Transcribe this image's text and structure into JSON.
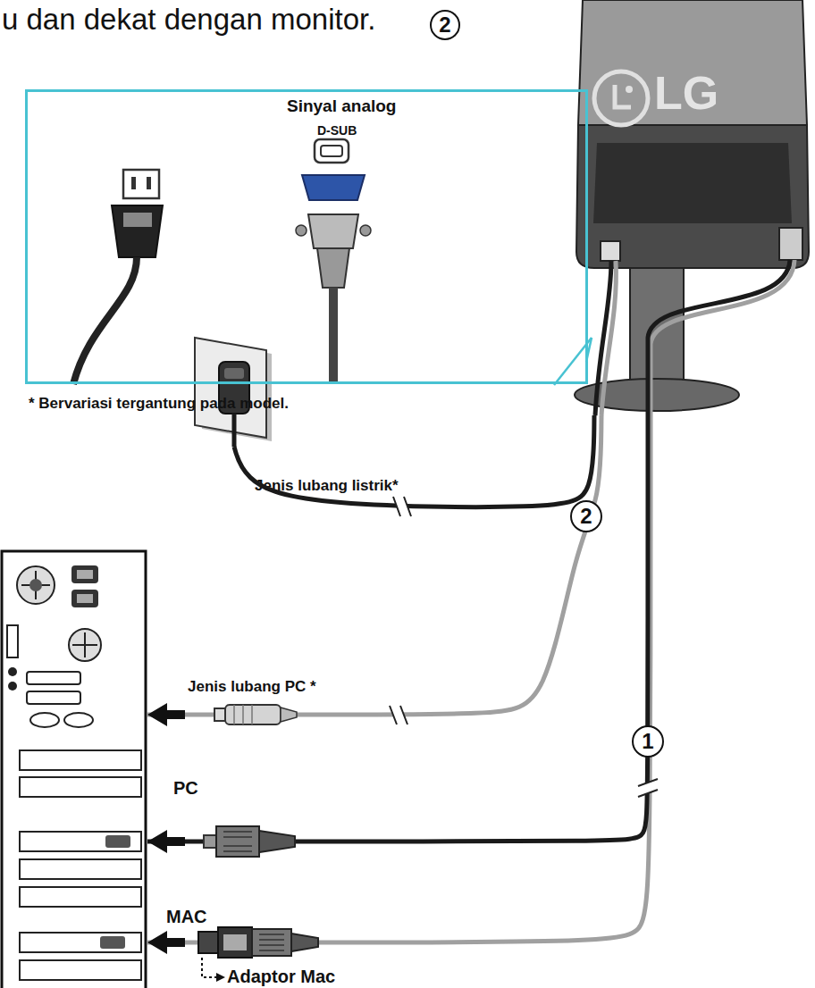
{
  "diagram": {
    "nodes": [
      {
        "text": [
          "LG"
        ]
      },
      {
        "text": [
          "Sinyal analog",
          "D-SUB"
        ]
      },
      {
        "text": [
          "Jenis lubang listrik*"
        ]
      },
      {
        "text": [
          "PC",
          "MAC"
        ]
      }
    ],
    "edges": [
      {
        "from": 0,
        "to": 2,
        "arrow": "none"
      },
      {
        "from": 0,
        "to": 3,
        "arrow": "to"
      },
      {
        "from": 0,
        "to": 3,
        "arrow": "to"
      },
      {
        "from": 0,
        "to": 3,
        "arrow": "to"
      }
    ],
    "labels": [
      "u dan dekat dengan monitor.",
      "2",
      "* Bervariasi tergantung pada model.",
      "Jenis lubang PC *",
      "2",
      "1",
      "Adaptor Mac"
    ]
  }
}
